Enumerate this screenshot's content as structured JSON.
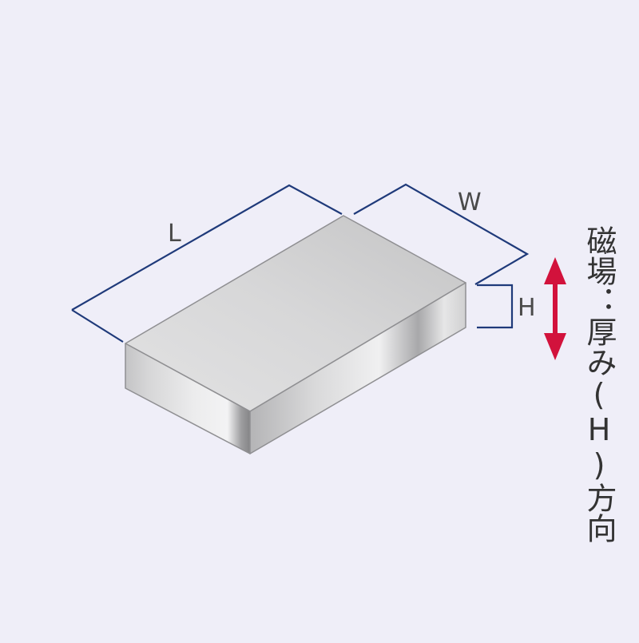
{
  "diagram": {
    "dimension_labels": {
      "length": "L",
      "width": "W",
      "height": "H"
    },
    "caption": "磁場：厚み(H)方向",
    "colors": {
      "background": "#efeef8",
      "dimension_line": "#1f3a7a",
      "arrow": "#d2123c",
      "text": "#4a4a4a"
    }
  }
}
